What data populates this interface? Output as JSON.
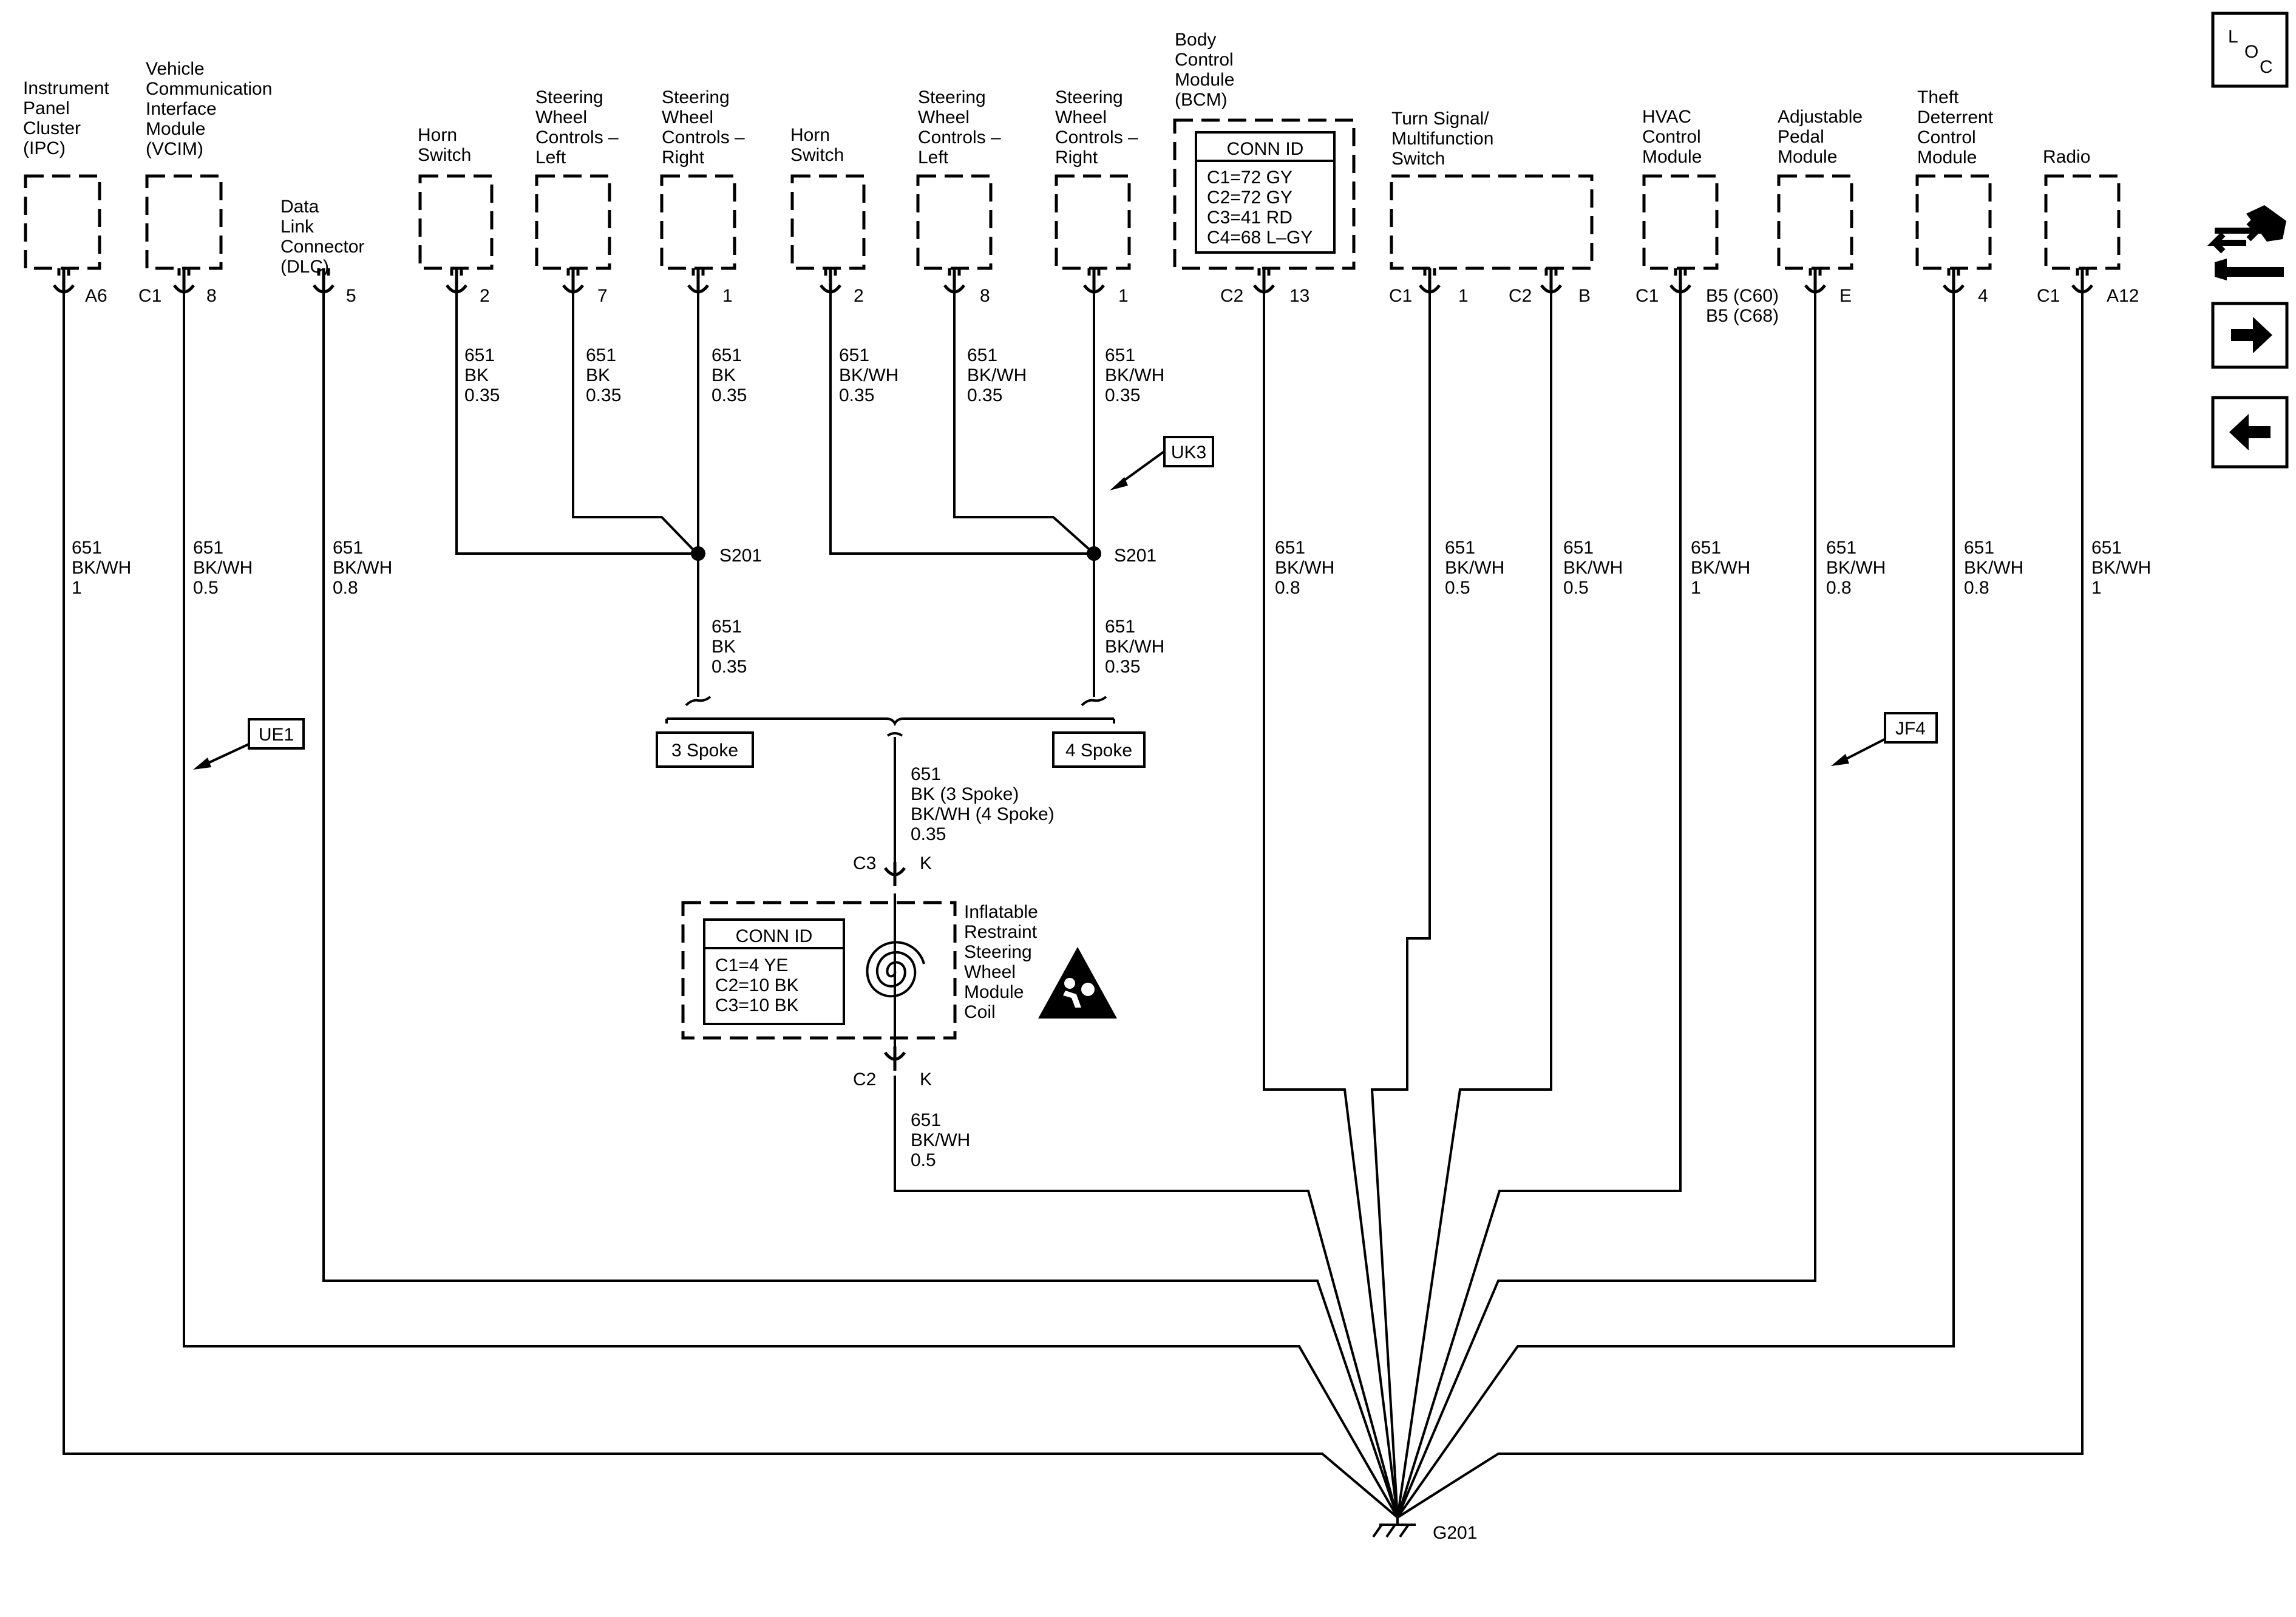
{
  "loc_label": {
    "l": "L",
    "o": "O",
    "c": "C"
  },
  "components": [
    {
      "id": "ipc",
      "lines": [
        "Instrument",
        "Panel",
        "Cluster",
        "(IPC)"
      ]
    },
    {
      "id": "vcim",
      "lines": [
        "Vehicle",
        "Communication",
        "Interface",
        "Module",
        "(VCIM)"
      ]
    },
    {
      "id": "dlc",
      "lines": [
        "Data",
        "Link",
        "Connector",
        "(DLC)"
      ]
    },
    {
      "id": "horn1",
      "lines": [
        "Horn",
        "Switch"
      ]
    },
    {
      "id": "swcl1",
      "lines": [
        "Steering",
        "Wheel",
        "Controls –",
        "Left"
      ]
    },
    {
      "id": "swcr1",
      "lines": [
        "Steering",
        "Wheel",
        "Controls –",
        "Right"
      ]
    },
    {
      "id": "horn2",
      "lines": [
        "Horn",
        "Switch"
      ]
    },
    {
      "id": "swcl2",
      "lines": [
        "Steering",
        "Wheel",
        "Controls –",
        "Left"
      ]
    },
    {
      "id": "swcr2",
      "lines": [
        "Steering",
        "Wheel",
        "Controls –",
        "Right"
      ]
    },
    {
      "id": "bcm",
      "lines": [
        "Body",
        "Control",
        "Module",
        "(BCM)"
      ]
    },
    {
      "id": "turn",
      "lines": [
        "Turn Signal/",
        "Multifunction",
        "Switch"
      ]
    },
    {
      "id": "hvac",
      "lines": [
        "HVAC",
        "Control",
        "Module"
      ]
    },
    {
      "id": "pedal",
      "lines": [
        "Adjustable",
        "Pedal",
        "Module"
      ]
    },
    {
      "id": "theft",
      "lines": [
        "Theft",
        "Deterrent",
        "Control",
        "Module"
      ]
    },
    {
      "id": "radio",
      "lines": [
        "Radio"
      ]
    },
    {
      "id": "coil",
      "lines": [
        "Inflatable",
        "Restraint",
        "Steering",
        "Wheel",
        "Module",
        "Coil"
      ]
    }
  ],
  "bcm_conn_id": {
    "title": "CONN ID",
    "rows": [
      "C1=72 GY",
      "C2=72 GY",
      "C3=41 RD",
      "C4=68 L–GY"
    ]
  },
  "coil_conn_id": {
    "title": "CONN ID",
    "rows": [
      "C1=4 YE",
      "C2=10 BK",
      "C3=10 BK"
    ]
  },
  "pins": [
    {
      "id": "ipc_pin",
      "text": "A6"
    },
    {
      "id": "vcim_conn",
      "text": "C1"
    },
    {
      "id": "vcim_pin",
      "text": "8"
    },
    {
      "id": "dlc_pin",
      "text": "5"
    },
    {
      "id": "horn1_pin",
      "text": "2"
    },
    {
      "id": "swcl1_pin",
      "text": "7"
    },
    {
      "id": "swcr1_pin",
      "text": "1"
    },
    {
      "id": "horn2_pin",
      "text": "2"
    },
    {
      "id": "swcl2_pin",
      "text": "8"
    },
    {
      "id": "swcr2_pin",
      "text": "1"
    },
    {
      "id": "bcm_conn",
      "text": "C2"
    },
    {
      "id": "bcm_pin",
      "text": "13"
    },
    {
      "id": "turn_conn1",
      "text": "C1"
    },
    {
      "id": "turn_pin1",
      "text": "1"
    },
    {
      "id": "turn_conn2",
      "text": "C2"
    },
    {
      "id": "turn_pin2",
      "text": "B"
    },
    {
      "id": "hvac_conn",
      "text": "C1"
    },
    {
      "id": "hvac_pin1",
      "text": "B5 (C60)"
    },
    {
      "id": "hvac_pin2",
      "text": "B5 (C68)"
    },
    {
      "id": "pedal_pin",
      "text": "E"
    },
    {
      "id": "theft_pin",
      "text": "4"
    },
    {
      "id": "radio_conn",
      "text": "C1"
    },
    {
      "id": "radio_pin",
      "text": "A12"
    },
    {
      "id": "coil_c3",
      "text": "C3"
    },
    {
      "id": "coil_c3_pin",
      "text": "K"
    },
    {
      "id": "coil_c2",
      "text": "C2"
    },
    {
      "id": "coil_c2_pin",
      "text": "K"
    }
  ],
  "wire_labels": [
    {
      "id": "w_horn1",
      "lines": [
        "651",
        "BK",
        "0.35"
      ]
    },
    {
      "id": "w_swcl1",
      "lines": [
        "651",
        "BK",
        "0.35"
      ]
    },
    {
      "id": "w_swcr1",
      "lines": [
        "651",
        "BK",
        "0.35"
      ]
    },
    {
      "id": "w_horn2",
      "lines": [
        "651",
        "BK/WH",
        "0.35"
      ]
    },
    {
      "id": "w_swcl2",
      "lines": [
        "651",
        "BK/WH",
        "0.35"
      ]
    },
    {
      "id": "w_swcr2",
      "lines": [
        "651",
        "BK/WH",
        "0.35"
      ]
    },
    {
      "id": "w_s201a",
      "lines": [
        "651",
        "BK",
        "0.35"
      ]
    },
    {
      "id": "w_s201b",
      "lines": [
        "651",
        "BK/WH",
        "0.35"
      ]
    },
    {
      "id": "w_coil_in",
      "lines": [
        "651",
        "BK (3 Spoke)",
        "BK/WH (4 Spoke)",
        "0.35"
      ]
    },
    {
      "id": "w_coil_out",
      "lines": [
        "651",
        "BK/WH",
        "0.5"
      ]
    },
    {
      "id": "w_ipc",
      "lines": [
        "651",
        "BK/WH",
        "1"
      ]
    },
    {
      "id": "w_vcim",
      "lines": [
        "651",
        "BK/WH",
        "0.5"
      ]
    },
    {
      "id": "w_dlc",
      "lines": [
        "651",
        "BK/WH",
        "0.8"
      ]
    },
    {
      "id": "w_bcm",
      "lines": [
        "651",
        "BK/WH",
        "0.8"
      ]
    },
    {
      "id": "w_turn1",
      "lines": [
        "651",
        "BK/WH",
        "0.5"
      ]
    },
    {
      "id": "w_turn2",
      "lines": [
        "651",
        "BK/WH",
        "0.5"
      ]
    },
    {
      "id": "w_hvac",
      "lines": [
        "651",
        "BK/WH",
        "1"
      ]
    },
    {
      "id": "w_pedal",
      "lines": [
        "651",
        "BK/WH",
        "0.8"
      ]
    },
    {
      "id": "w_theft",
      "lines": [
        "651",
        "BK/WH",
        "0.8"
      ]
    },
    {
      "id": "w_radio",
      "lines": [
        "651",
        "BK/WH",
        "1"
      ]
    }
  ],
  "splices": [
    {
      "id": "s201a",
      "text": "S201"
    },
    {
      "id": "s201b",
      "text": "S201"
    }
  ],
  "option_labels": [
    {
      "id": "spoke3",
      "text": "3 Spoke"
    },
    {
      "id": "spoke4",
      "text": "4 Spoke"
    }
  ],
  "callouts": [
    {
      "id": "uk3",
      "text": "UK3"
    },
    {
      "id": "ue1",
      "text": "UE1"
    },
    {
      "id": "jf4",
      "text": "JF4"
    }
  ],
  "ground": {
    "text": "G201"
  }
}
